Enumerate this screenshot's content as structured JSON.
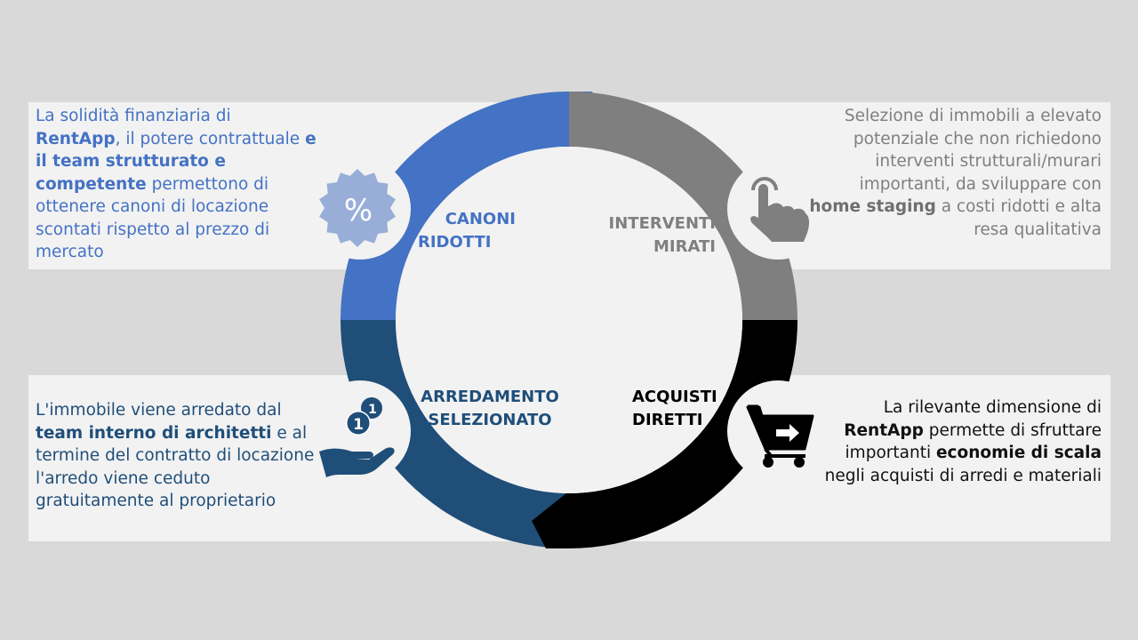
{
  "stages": {
    "canoni": {
      "label_line1": "CANONI",
      "label_line2": "RIDOTTI",
      "color": "#4472c4",
      "icon": "percent-badge-icon",
      "icon_text": "%",
      "description": {
        "t1": "La solidità finanziaria di ",
        "b1": "RentApp",
        "t2": ", il potere contrattuale ",
        "b2": "e il team strutturato e competente",
        "t3": " permettono di ottenere canoni di locazione scontati rispetto al prezzo di mercato"
      }
    },
    "interventi": {
      "label_line1": "INTERVENTI",
      "label_line2": "MIRATI",
      "color": "#7f7f7f",
      "icon": "touch-hand-icon",
      "description": {
        "t1": "Selezione di immobili a elevato potenziale che non richiedono interventi strutturali/murari importanti, da sviluppare con ",
        "b1": "home staging",
        "t2": " a costi ridotti e alta resa qualitativa"
      }
    },
    "acquisti": {
      "label_line1": "ACQUISTI",
      "label_line2": "DIRETTI",
      "color": "#000000",
      "icon": "shopping-cart-icon",
      "description": {
        "t1": "La rilevante dimensione di ",
        "b1": "RentApp",
        "t2": " permette di sfruttare importanti ",
        "b2": "economie di scala",
        "t3": " negli acquisti di arredi e materiali"
      }
    },
    "arredamento": {
      "label_line1": "ARREDAMENTO",
      "label_line2": "SELEZIONATO",
      "color": "#1f4e79",
      "icon": "hand-coins-icon",
      "coin_text": "1",
      "description": {
        "t1": "L'immobile viene arredato dal ",
        "b1": "team interno di architetti",
        "t2": " e al termine del contratto di locazione l'arredo viene ceduto gratuitamente al proprietario"
      }
    }
  }
}
